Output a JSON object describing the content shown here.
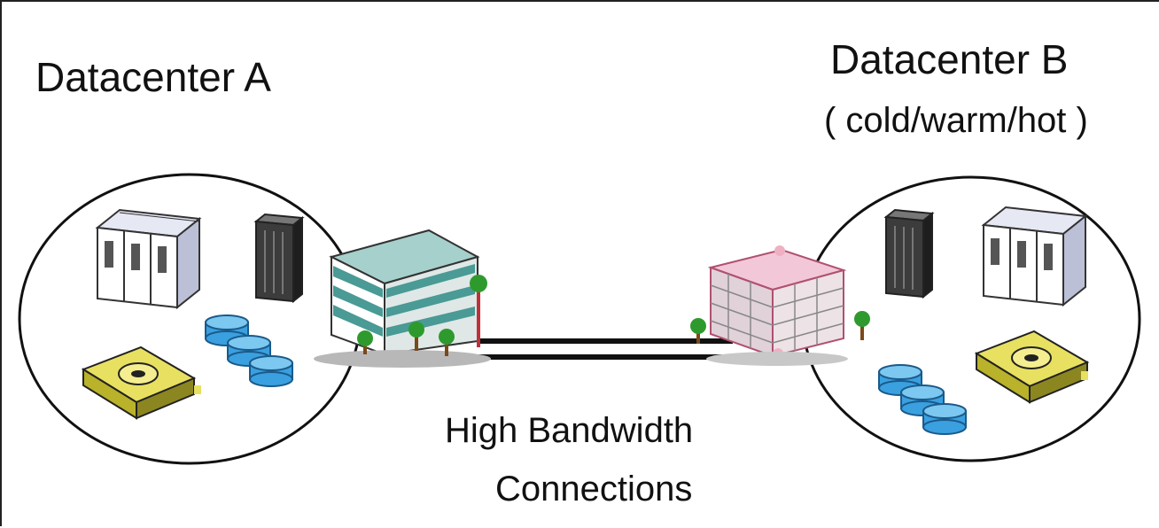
{
  "site_a": {
    "title": "Datacenter A"
  },
  "site_b": {
    "title": "Datacenter B",
    "mode": "( cold/warm/hot )"
  },
  "link": {
    "line1": "High Bandwidth",
    "line2": "Connections"
  },
  "colors": {
    "disk": "#3aa0e0",
    "tape": "#e8e060",
    "building_a": "#4a9a96",
    "building_b": "#e6b4c8",
    "rack": "#3c3c3c",
    "tree": "#2e9a2e"
  },
  "icons": [
    "server-cabinet-icon",
    "rack-server-icon",
    "disk-stack-icon",
    "tape-drive-icon",
    "office-building-icon",
    "tree-icon"
  ]
}
